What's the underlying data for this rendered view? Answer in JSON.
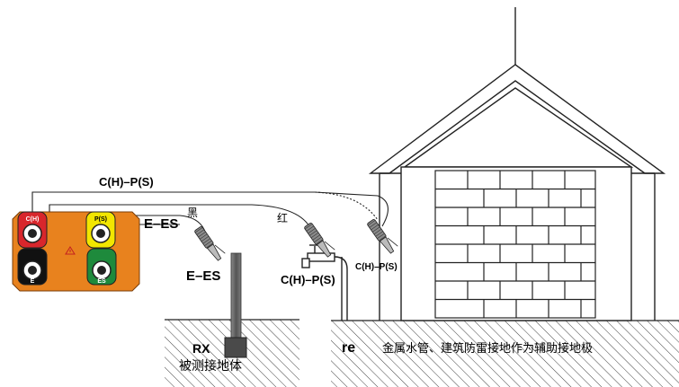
{
  "meter": {
    "terminals": [
      {
        "id": "ch",
        "label": "C(H)",
        "ring_color": "#d8262c",
        "label_color": "#ffffff"
      },
      {
        "id": "ps",
        "label": "P(S)",
        "ring_color": "#f2e600",
        "label_color": "#000000"
      },
      {
        "id": "e",
        "label": "E",
        "ring_color": "#111111",
        "label_color": "#ffffff"
      },
      {
        "id": "es",
        "label": "ES",
        "ring_color": "#1e8a3c",
        "label_color": "#ffffff"
      }
    ],
    "body_color": "#e8821e",
    "warning_icon": "warning-triangle-icon"
  },
  "labels": {
    "top_cable": "C(H)–P(S)",
    "ees_upper": "E–ES",
    "black": "黑",
    "red": "红",
    "ees_rod": "E–ES",
    "tap_clip": "C(H)–P(S)",
    "wall_clip": "C(H)–P(S)"
  },
  "ground_left": {
    "code": "RX",
    "desc": "被测接地体"
  },
  "ground_right": {
    "code": "re",
    "desc": "金属水管、建筑防雷接地作为辅助接地极"
  },
  "colors": {
    "line": "#222222",
    "rod": "#666666",
    "mortar": "#333333"
  }
}
